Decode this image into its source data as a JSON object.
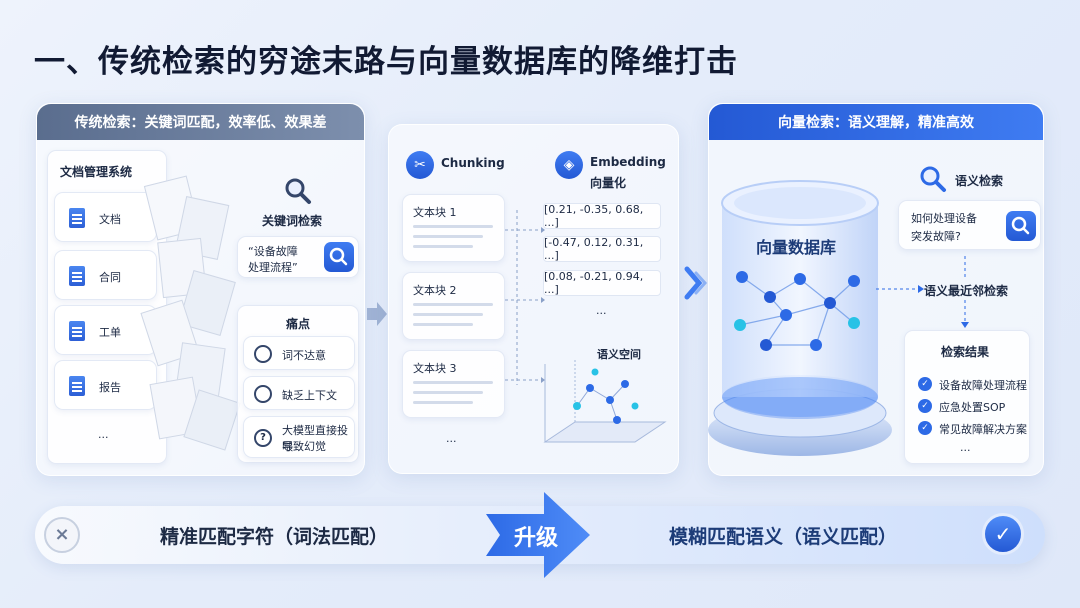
{
  "title": "一、传统检索的穷途末路与向量数据库的降维打击",
  "left": {
    "header": "传统检索：关键词匹配，效率低、效果差",
    "doc_system": {
      "title": "文档管理系统",
      "items": [
        "文档",
        "合同",
        "工单",
        "报告"
      ],
      "more": "..."
    },
    "keyword_search": {
      "label": "关键词检索",
      "query_line1": "“设备故障",
      "query_line2": "处理流程”"
    },
    "pain_points": {
      "title": "痛点",
      "items": [
        "词不达意",
        "缺乏上下文",
        "大模型直接投喂",
        "导致幻觉"
      ]
    }
  },
  "middle": {
    "chunking_label": "Chunking",
    "embedding_label": "Embedding",
    "vectorize_label": "向量化",
    "chunks": [
      "文本块 1",
      "文本块 2",
      "文本块 3"
    ],
    "vectors": [
      "[0.21, -0.35, 0.68, ...]",
      "[-0.47, 0.12, 0.31, ...]",
      "[0.08, -0.21, 0.94, ...]"
    ],
    "more_vectors": "...",
    "more_chunks": "...",
    "semantic_space": "语义空间"
  },
  "right": {
    "header": "向量检索：语义理解，精准高效",
    "db_label": "向量数据库",
    "semantic_search": "语义检索",
    "query_line1": "如何处理设备",
    "query_line2": "突发故障?",
    "nearest": "语义最近邻检索",
    "results_title": "检索结果",
    "results": [
      "设备故障处理流程",
      "应急处置SOP",
      "常见故障解决方案"
    ],
    "more_results": "..."
  },
  "bottom": {
    "left_text": "精准匹配字符（词法匹配）",
    "upgrade": "升级",
    "right_text": "模糊匹配语义（语义匹配）"
  }
}
